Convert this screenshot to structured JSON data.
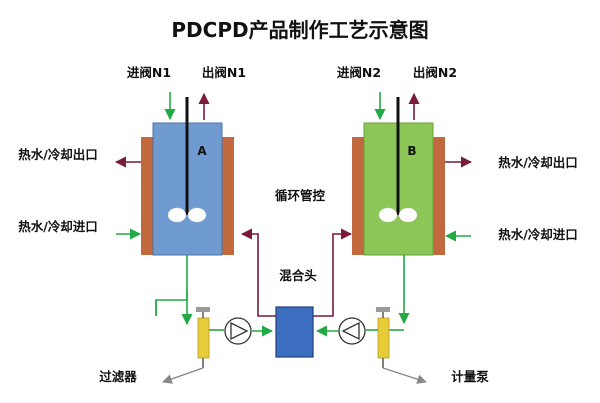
{
  "title": "PDCPD产品制作工艺示意图",
  "tank_a": {
    "letter": "A",
    "inlet_valve": "进阀N1",
    "outlet_valve": "出阀N1",
    "jacket_outlet": "热水/冷却出口",
    "jacket_inlet": "热水/冷却进口",
    "color": "#6f9bd0"
  },
  "tank_b": {
    "letter": "B",
    "inlet_valve": "进阀N2",
    "outlet_valve": "出阀N2",
    "jacket_outlet": "热水/冷却出口",
    "jacket_inlet": "热水/冷却进口",
    "color": "#8cc657"
  },
  "circulation_label": "循环管控",
  "mixing_head_label": "混合头",
  "filter_label": "过滤器",
  "meter_pump_label": "计量泵",
  "colors": {
    "green_line": "#22aa44",
    "return_line": "#7a1a3c",
    "jacket": "#c0693f",
    "mixing_head": "#3c6fbf",
    "filter": "#e6cc39"
  }
}
